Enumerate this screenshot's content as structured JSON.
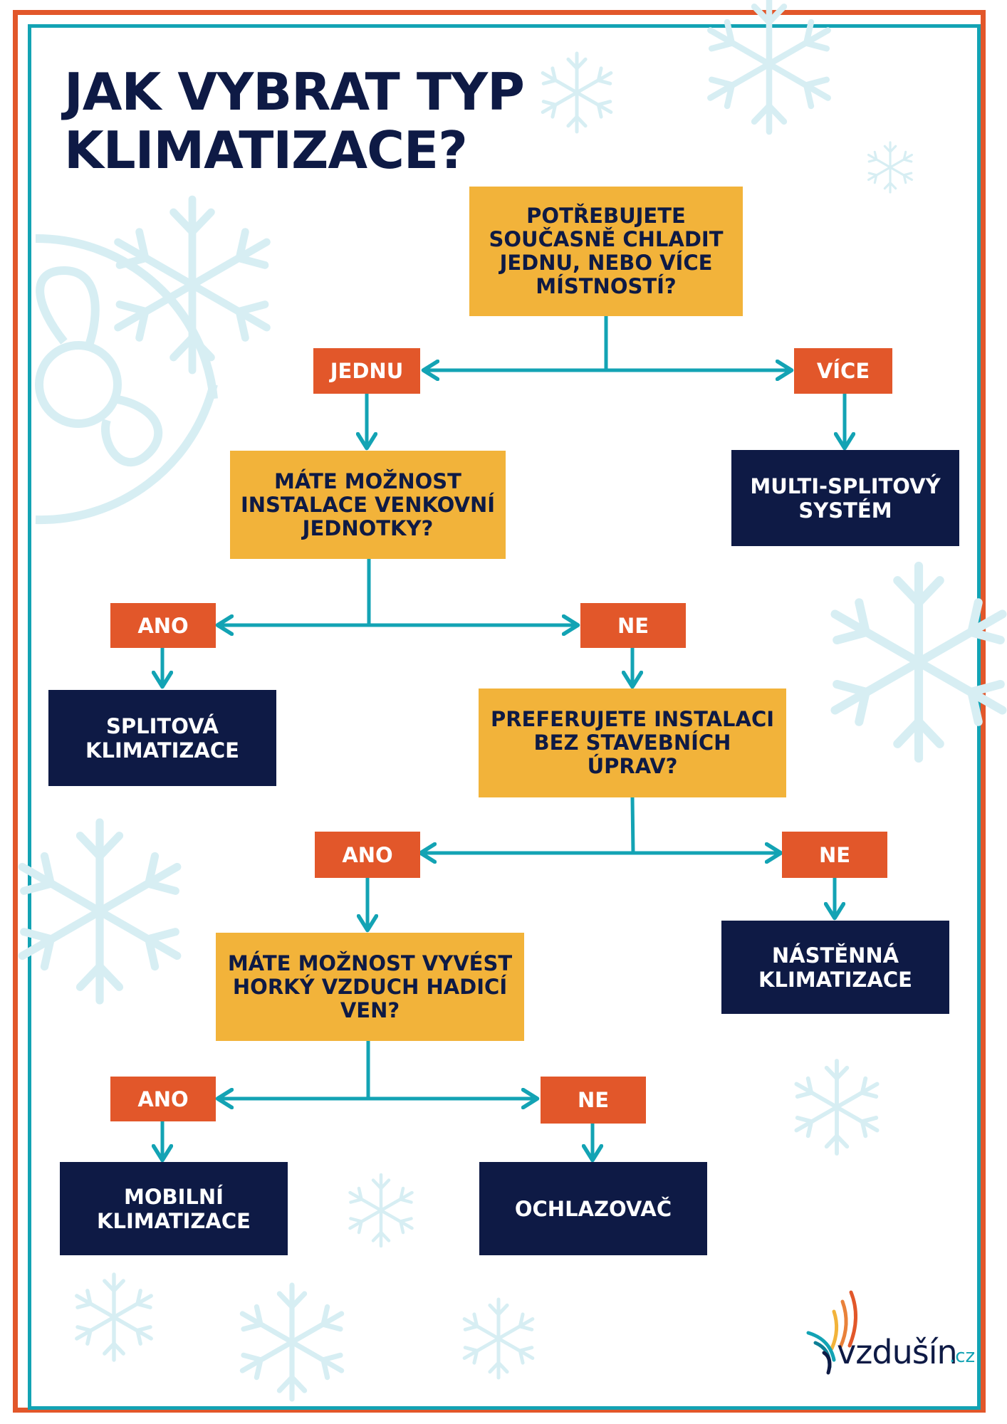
{
  "title": [
    "JAK VYBRAT TYP",
    "KLIMATIZACE?"
  ],
  "questions": {
    "q1": "POTŘEBUJETE\nSOUČASNĚ CHLADIT\nJEDNU, NEBO VÍCE\nMÍSTNOSTÍ?",
    "q2": "MÁTE MOŽNOST\nINSTALACE VENKOVNÍ\nJEDNOTKY?",
    "q3": "PREFERUJETE INSTALACI\nBEZ STAVEBNÍCH ÚPRAV?",
    "q4": "MÁTE MOŽNOST VYVÉST\nHORKÝ VZDUCH HADICÍ\nVEN?"
  },
  "labels": {
    "jednu": "JEDNU",
    "vice": "VÍCE",
    "ano": "ANO",
    "ne": "NE"
  },
  "results": {
    "multi": "MULTI-SPLITOVÝ\nSYSTÉM",
    "split": "SPLITOVÁ\nKLIMATIZACE",
    "nastenna": "NÁSTĚNNÁ\nKLIMATIZACE",
    "mobilni": "MOBILNÍ\nKLIMATIZACE",
    "ochlazovac": "OCHLAZOVAČ"
  },
  "logo": {
    "name": "vzdušín",
    "domain": ".cz"
  },
  "colors": {
    "question": "#f2b33a",
    "label": "#e2572a",
    "result": "#0e1a45",
    "connector": "#13a3b4",
    "frame_outer": "#e2572a",
    "frame_inner": "#13a3b4"
  }
}
